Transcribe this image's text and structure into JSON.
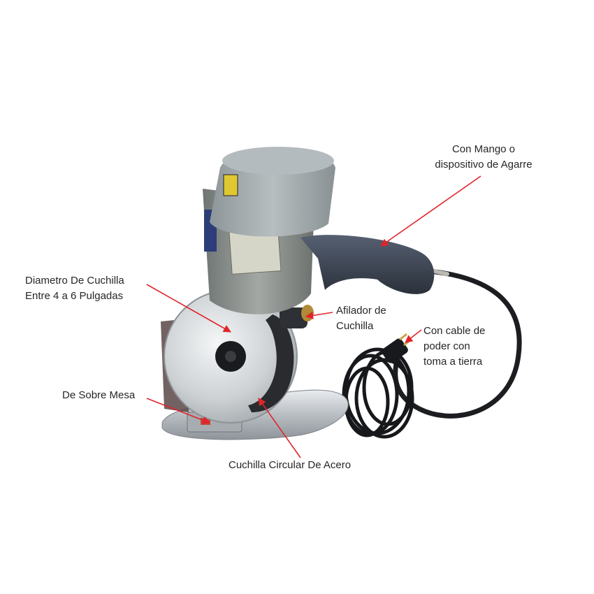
{
  "product_photo": {
    "subject": "round-knife-fabric-cutter",
    "colors": {
      "motor_cap": "#9aa3a5",
      "motor_body": "#8a8f8c",
      "handle": "#3c4452",
      "blade": "#cfd3d6",
      "base": "#c4c8cc",
      "cable": "#1c1d20",
      "arrow": "#e0252b"
    }
  },
  "annotations": {
    "handle": {
      "lines": [
        "Con Mango o",
        "dispositivo de Agarre"
      ]
    },
    "blade_diameter": {
      "lines": [
        "Diametro De Cuchilla",
        "Entre 4 a 6 Pulgadas"
      ]
    },
    "sharpener": {
      "lines": [
        "Afilador de",
        "Cuchilla"
      ]
    },
    "power_cable": {
      "lines": [
        "Con cable de",
        "poder con",
        "toma a tierra"
      ]
    },
    "tabletop": {
      "lines": [
        "De Sobre Mesa"
      ]
    },
    "circular_blade": {
      "lines": [
        "Cuchilla Circular De Acero"
      ]
    }
  }
}
